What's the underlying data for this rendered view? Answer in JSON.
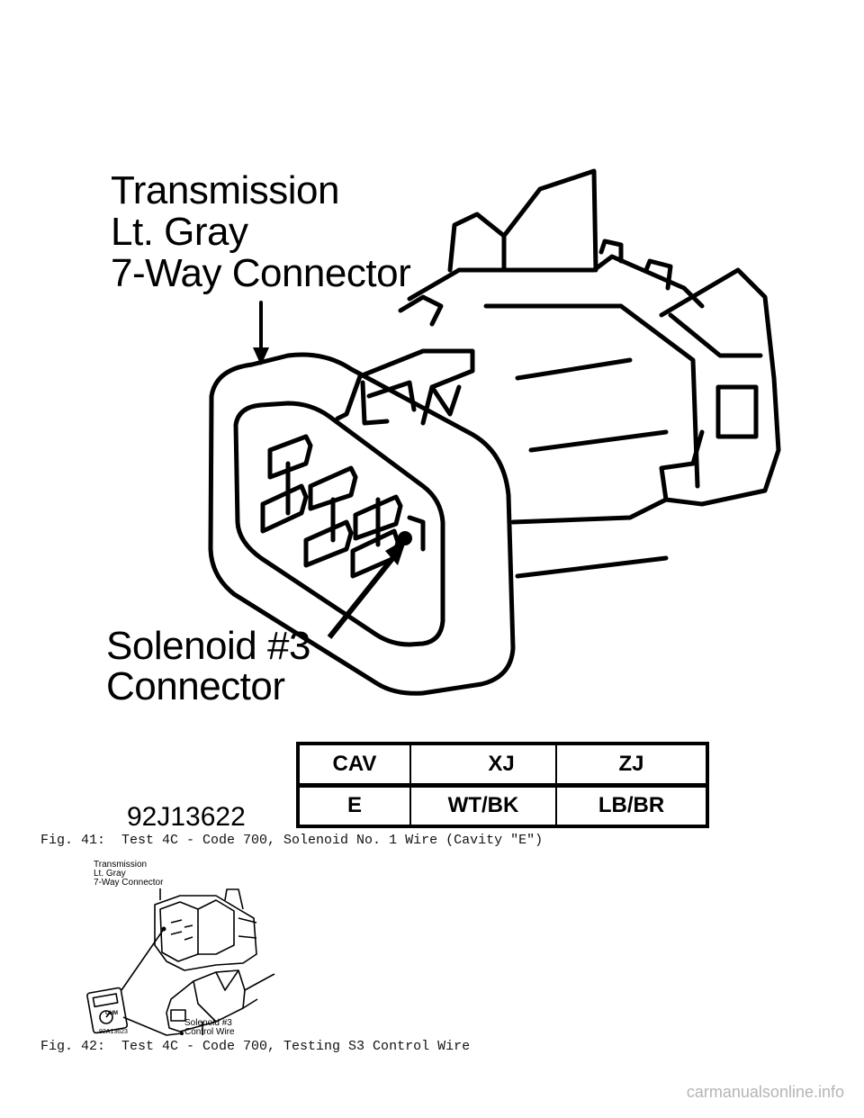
{
  "figure41": {
    "label_top_line1": "Transmission",
    "label_top_line2": "Lt. Gray",
    "label_top_line3": "7-Way Connector",
    "label_bottom_line1": "Solenoid #3",
    "label_bottom_line2": "Connector",
    "figure_number": "92J13622",
    "table": {
      "headers": [
        "CAV",
        "XJ",
        "ZJ"
      ],
      "rows": [
        [
          "E",
          "WT/BK",
          "LB/BR"
        ]
      ]
    },
    "caption": "Fig. 41:  Test 4C - Code 700, Solenoid No. 1 Wire (Cavity \"E\")"
  },
  "figure42": {
    "label_top_line1": "Transmission",
    "label_top_line2": "Lt. Gray",
    "label_top_line3": "7-Way Connector",
    "label_bottom_line1": "Solenoid #3",
    "label_bottom_line2": "Control Wire",
    "figure_number": "92A13623",
    "meter_label": "OHM",
    "caption": "Fig. 42:  Test 4C - Code 700, Testing S3 Control Wire"
  },
  "watermark": "carmanualsonline.info"
}
